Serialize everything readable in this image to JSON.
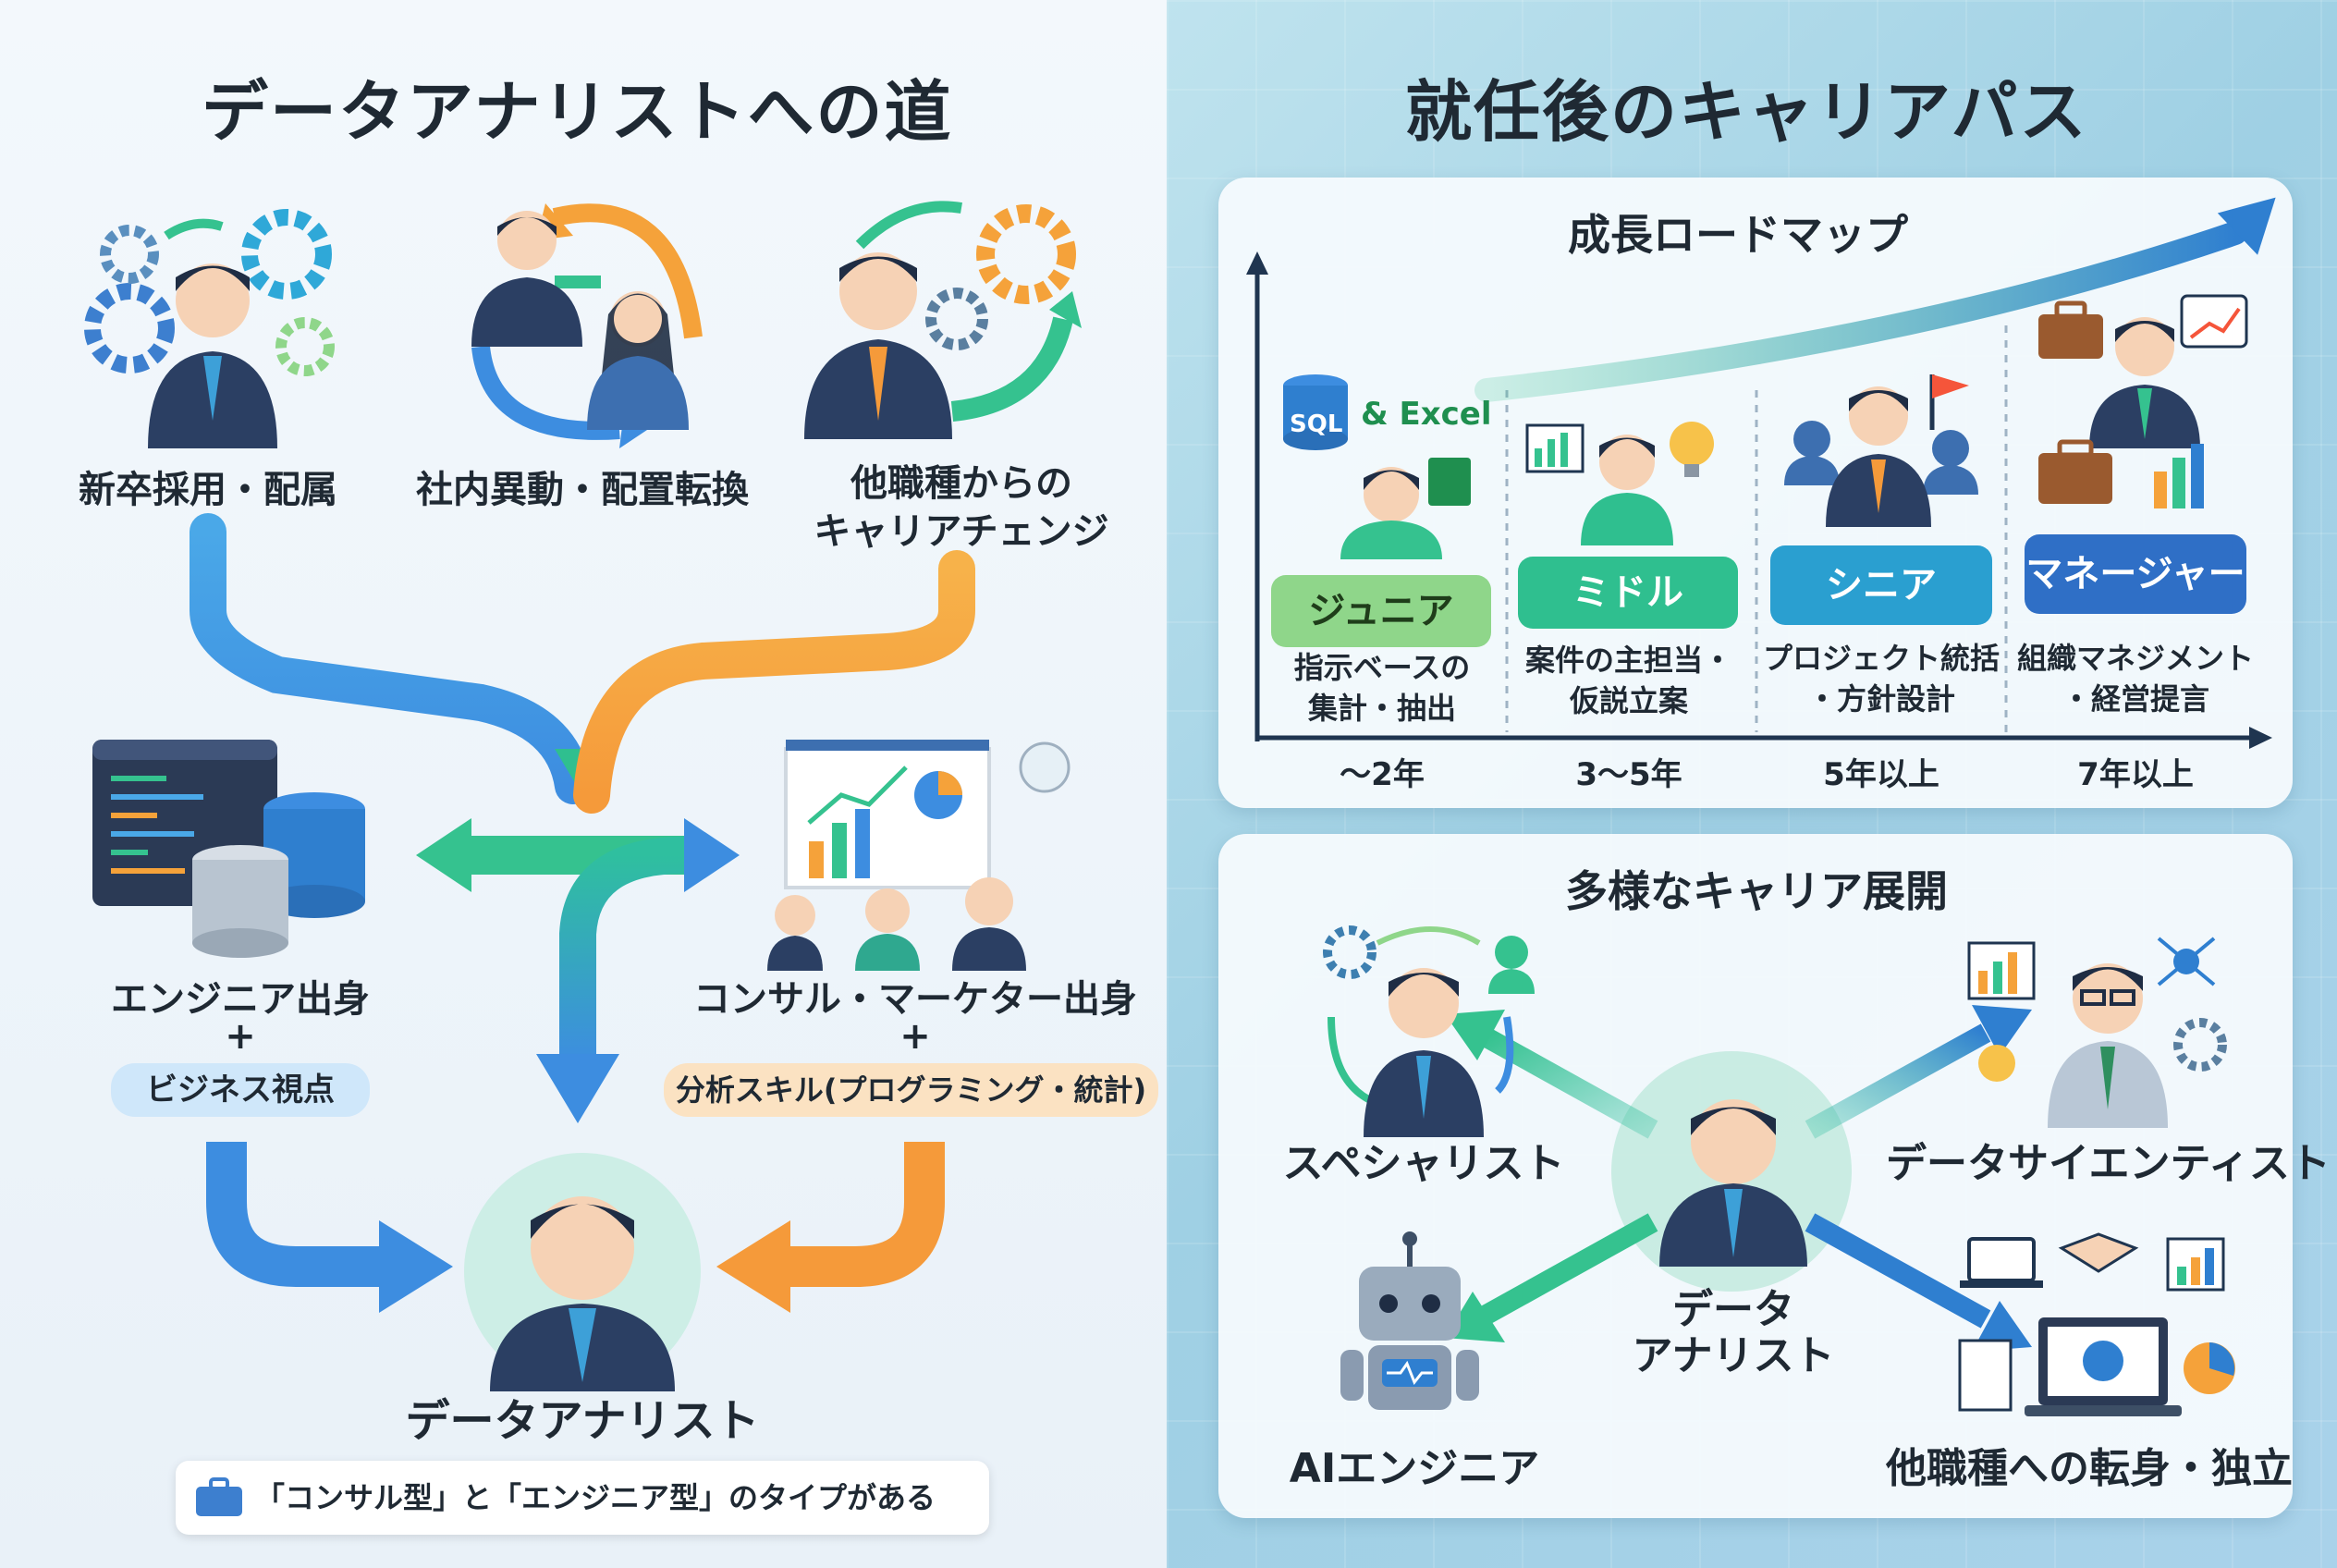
{
  "left": {
    "title": "データアナリストへの道",
    "entry_routes": [
      {
        "label": "新卒採用・配属"
      },
      {
        "label": "社内異動・配置転換"
      },
      {
        "label_line1": "他職種からの",
        "label_line2": "キャリアチェンジ"
      }
    ],
    "origins": [
      {
        "label": "エンジニア出身",
        "plus": "+",
        "pill": "ビジネス視点"
      },
      {
        "label": "コンサル・マーケター出身",
        "plus": "+",
        "pill": "分析スキル(プログラミング・統計)"
      }
    ],
    "goal": "データアナリスト",
    "note": "「コンサル型」と「エンジニア型」のタイプがある"
  },
  "right": {
    "title": "就任後のキャリアパス",
    "roadmap": {
      "title": "成長ロードマップ",
      "excel_label": "& Excel",
      "sql_label": "SQL",
      "stages": [
        {
          "name": "ジュニア",
          "desc1": "指示ベースの",
          "desc2": "集計・抽出",
          "years": "〜2年",
          "color": "#8fd68a",
          "text_color": "#1f3d1a"
        },
        {
          "name": "ミドル",
          "desc1": "案件の主担当・",
          "desc2": "仮説立案",
          "years": "3〜5年",
          "color": "#2fbf8f",
          "text_color": "#ffffff"
        },
        {
          "name": "シニア",
          "desc1": "プロジェクト統括",
          "desc2": "・方針設計",
          "years": "5年以上",
          "color": "#2a9fd0",
          "text_color": "#ffffff"
        },
        {
          "name": "マネージャー",
          "desc1": "組織マネジメント",
          "desc2": "・経営提言",
          "years": "7年以上",
          "color": "#2f6fc6",
          "text_color": "#ffffff"
        }
      ]
    },
    "diverse": {
      "title": "多様なキャリア展開",
      "center_line1": "データ",
      "center_line2": "アナリスト",
      "paths": [
        {
          "label": "スペシャリスト"
        },
        {
          "label": "データサイエンティスト"
        },
        {
          "label": "AIエンジニア"
        },
        {
          "label": "他職種への転身・独立"
        }
      ]
    }
  },
  "colors": {
    "blue": "#3a8fe0",
    "green": "#35c28f",
    "orange": "#f5a23a",
    "navy": "#2b3f63",
    "skin": "#f6d2b5"
  }
}
